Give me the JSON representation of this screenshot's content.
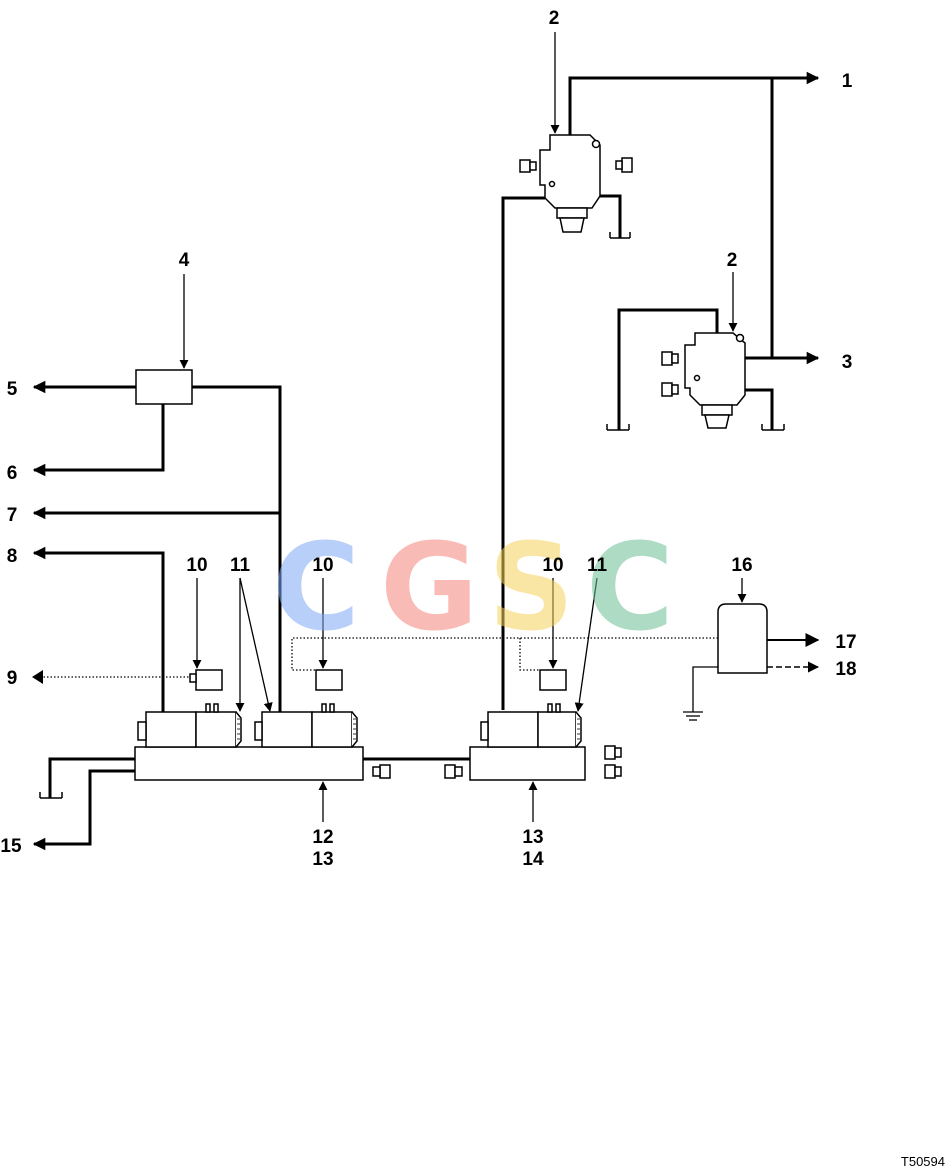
{
  "labels": {
    "l1": "1",
    "l2a": "2",
    "l2b": "2",
    "l3": "3",
    "l4": "4",
    "l5": "5",
    "l6": "6",
    "l7": "7",
    "l8": "8",
    "l9": "9",
    "l10a": "10",
    "l10b": "10",
    "l10c": "10",
    "l11a": "11",
    "l11b": "11",
    "l12": "12",
    "l13a": "13",
    "l13b": "13",
    "l14": "14",
    "l15": "15",
    "l16": "16",
    "l17": "17",
    "l18": "18"
  },
  "figure_code": "T50594",
  "watermark": {
    "letters": [
      "C",
      "G",
      "S",
      "C"
    ],
    "colors": [
      "#7faaf5",
      "#f5857a",
      "#f7d35a",
      "#6cbf94"
    ]
  },
  "colors": {
    "line": "#000000",
    "background": "#ffffff"
  }
}
